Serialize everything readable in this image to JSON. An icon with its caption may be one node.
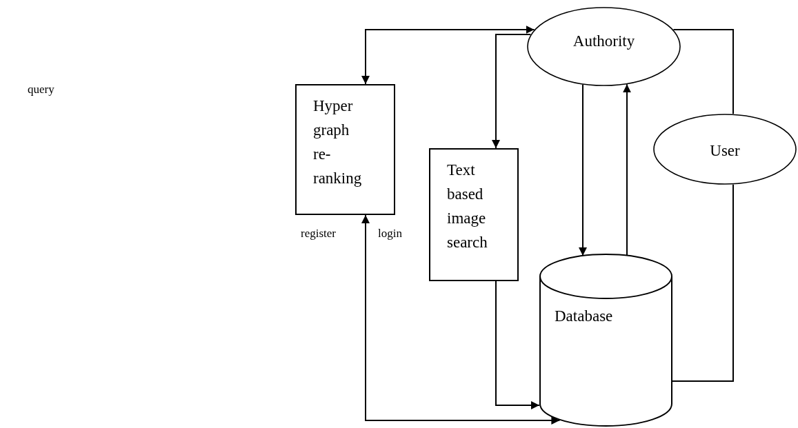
{
  "diagram": {
    "nodes": [
      {
        "text": [
          "Authority"
        ]
      },
      {
        "text": [
          "Hyper graph re- ranking"
        ]
      },
      {
        "text": [
          "Text based image search"
        ]
      },
      {
        "text": [
          "User"
        ]
      },
      {
        "text": [
          "Database"
        ]
      }
    ],
    "edges": [
      {
        "from": 1,
        "to": 0,
        "arrow": "both"
      },
      {
        "from": 0,
        "to": 2,
        "arrow": "to"
      },
      {
        "from": 0,
        "to": 4,
        "arrow": "to"
      },
      {
        "from": 4,
        "to": 0,
        "arrow": "to"
      },
      {
        "from": 0,
        "to": 3,
        "arrow": "none"
      },
      {
        "from": 3,
        "to": 4,
        "arrow": "none"
      },
      {
        "from": 2,
        "to": 4,
        "arrow": "to"
      },
      {
        "from": 1,
        "to": 4,
        "arrow": "both"
      }
    ],
    "labels": [
      "query",
      "register",
      "login"
    ]
  }
}
